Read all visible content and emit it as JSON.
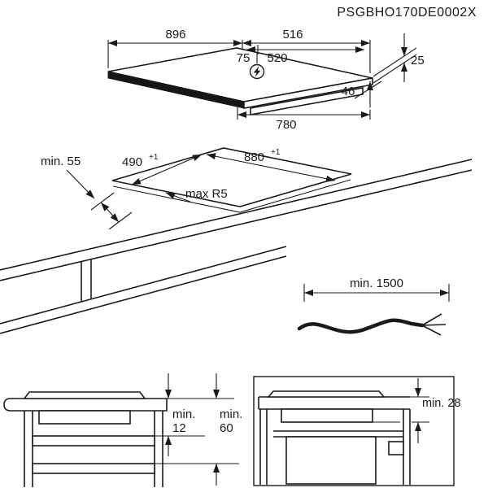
{
  "page": {
    "title": "PSGBHO170DE0002X"
  },
  "hob_view": {
    "width": "896",
    "depth": "516",
    "connection_offset": "75",
    "connection_distance": "520",
    "edge_thickness": "25",
    "body_height": "46",
    "body_width": "780"
  },
  "cutout_view": {
    "front_clearance": "min. 55",
    "cutout_depth": "490",
    "cutout_depth_tolerance": "+1",
    "cutout_width": "880",
    "cutout_width_tolerance": "+1",
    "corner_radius": "max R5"
  },
  "cable_view": {
    "cable_length": "min. 1500"
  },
  "drawer_section": {
    "clearance_small_prefix": "min.",
    "clearance_small_value": "12",
    "clearance_large_prefix": "min.",
    "clearance_large_value": "60"
  },
  "oven_section": {
    "clearance": "min. 28"
  }
}
